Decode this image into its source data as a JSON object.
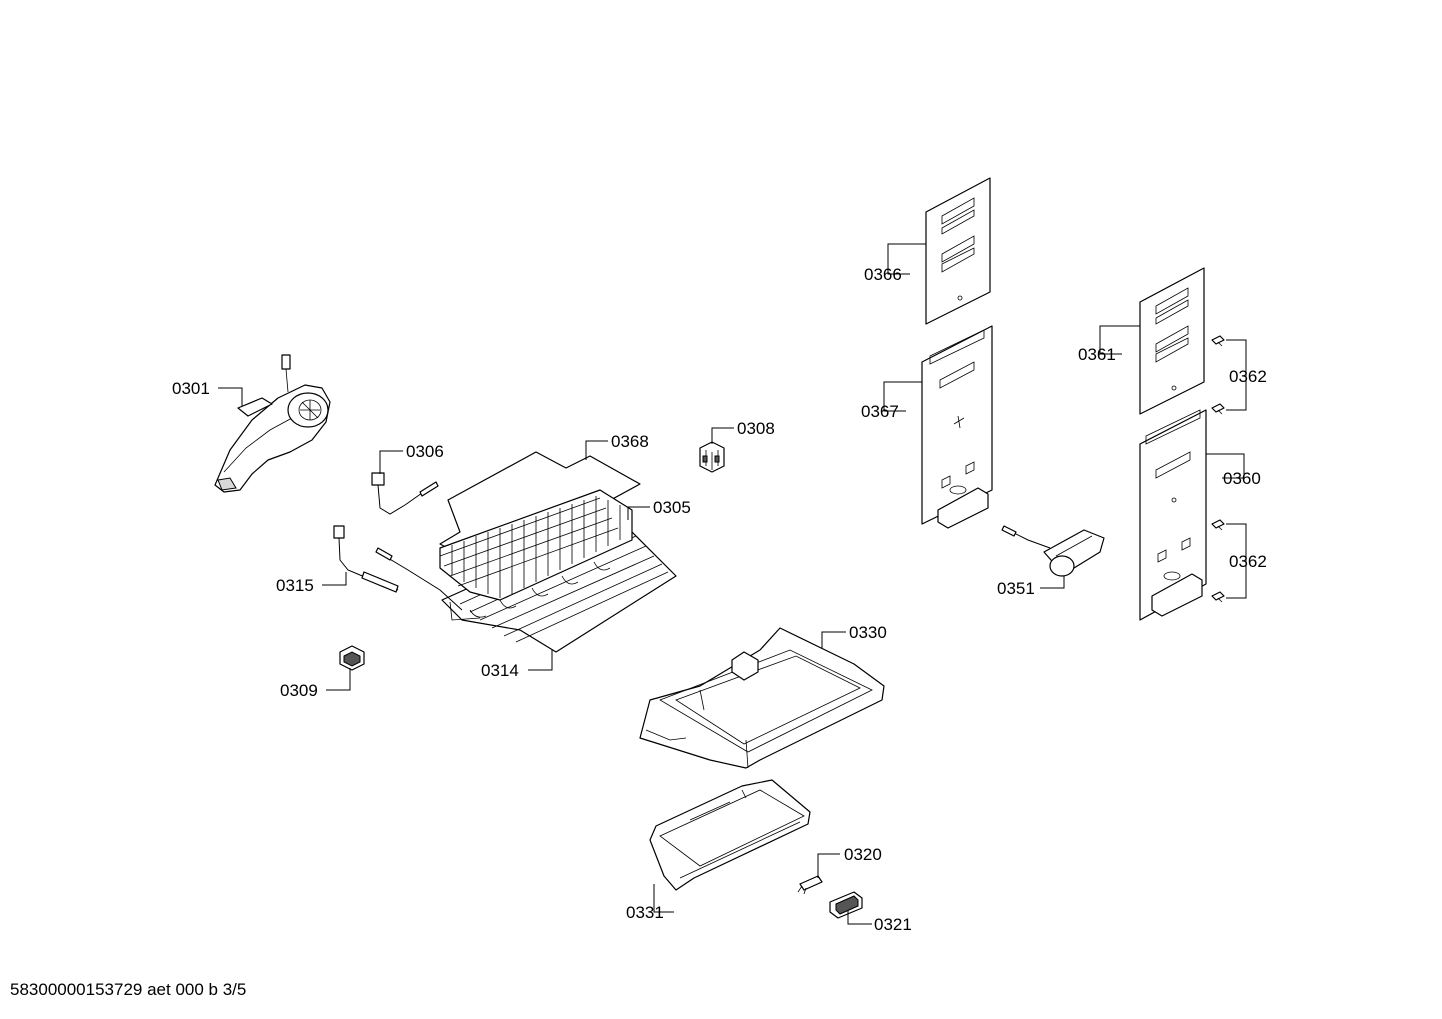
{
  "diagram": {
    "labels": {
      "p0301": "0301",
      "p0305": "0305",
      "p0306": "0306",
      "p0308": "0308",
      "p0309": "0309",
      "p0314": "0314",
      "p0315": "0315",
      "p0320": "0320",
      "p0321": "0321",
      "p0330": "0330",
      "p0331": "0331",
      "p0351": "0351",
      "p0360": "0360",
      "p0361": "0361",
      "p0362a": "0362",
      "p0362b": "0362",
      "p0366": "0366",
      "p0367": "0367",
      "p0368": "0368"
    }
  },
  "footer": {
    "code": "58300000153729 aet 000 b 3/5"
  }
}
